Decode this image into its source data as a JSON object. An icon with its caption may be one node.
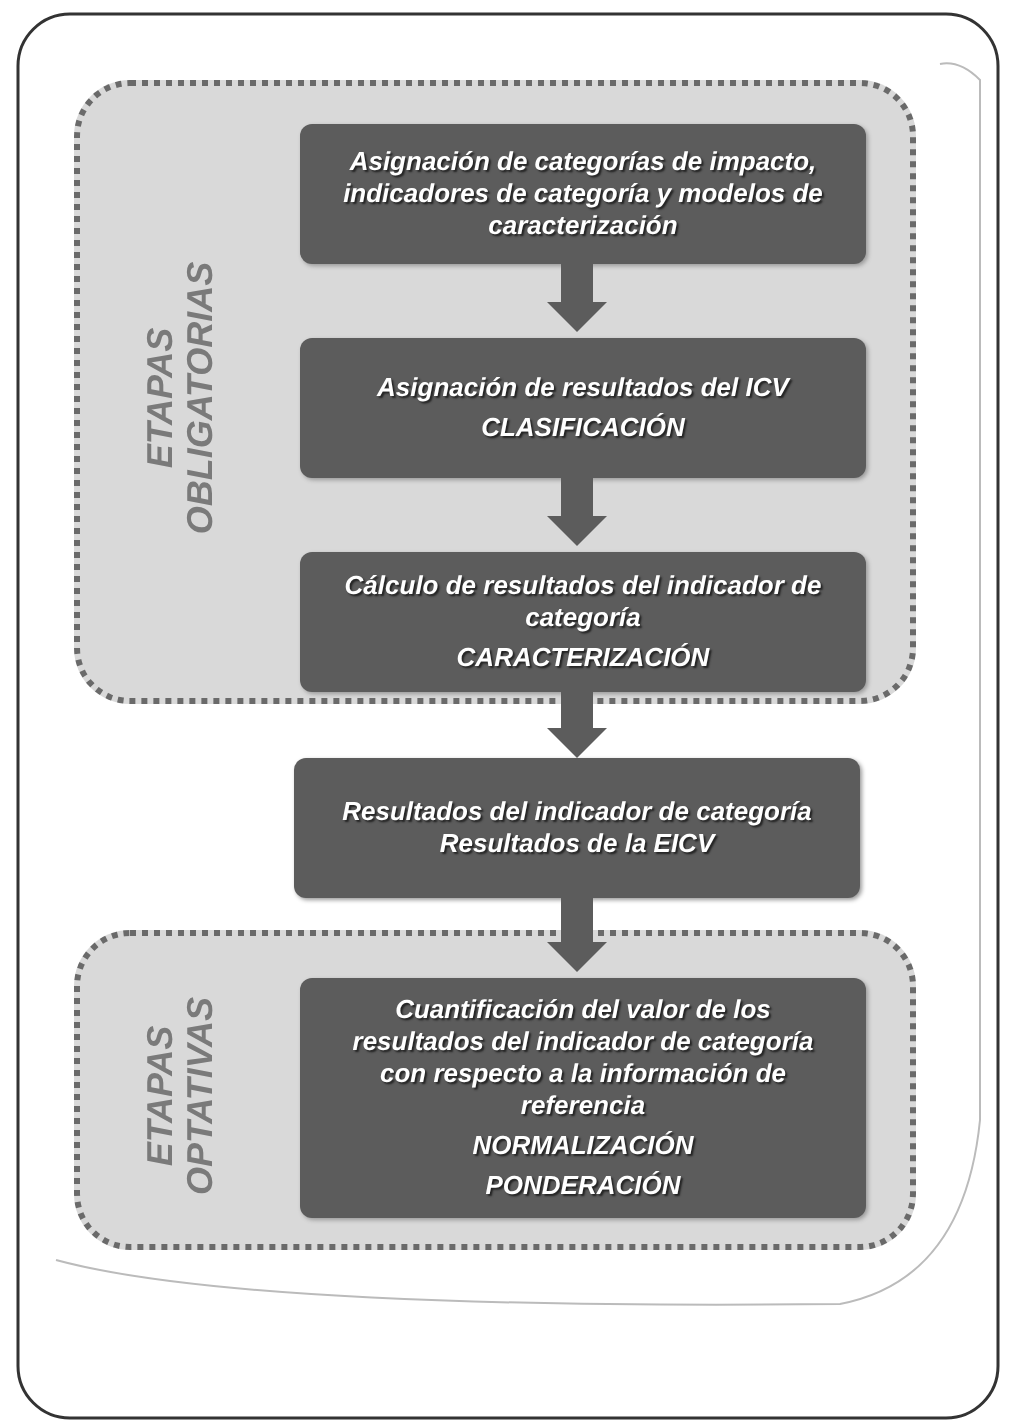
{
  "diagram": {
    "nodes": [
      {
        "text": [
          "ETAPAS OBLIGATORIAS"
        ]
      },
      {
        "text": [
          "Asignación de categorías de impacto, indicadores de categoría y modelos de caracterización"
        ],
        "in": 0
      },
      {
        "text": [
          "Asignación de resultados del ICV",
          "CLASIFICACIÓN"
        ],
        "in": 0
      },
      {
        "text": [
          "Cálculo de resultados del indicador de categoría",
          "CARACTERIZACIÓN"
        ],
        "in": 0
      },
      {
        "text": [
          "Resultados del indicador de categoría Resultados de la EICV"
        ]
      },
      {
        "text": [
          "ETAPAS OPTATIVAS"
        ]
      },
      {
        "text": [
          "Cuantificación del valor de los resultados del indicador de categoría con respecto a la información de referencia",
          "NORMALIZACIÓN",
          "PONDERACIÓN"
        ],
        "in": 5
      }
    ],
    "edges": [
      {
        "from": 1,
        "to": 2,
        "arrow": "to",
        "style": "thick"
      },
      {
        "from": 2,
        "to": 3,
        "arrow": "to",
        "style": "thick"
      },
      {
        "from": 3,
        "to": 4,
        "arrow": "to",
        "style": "thick"
      },
      {
        "from": 4,
        "to": 6,
        "arrow": "to",
        "style": "thick"
      }
    ]
  }
}
